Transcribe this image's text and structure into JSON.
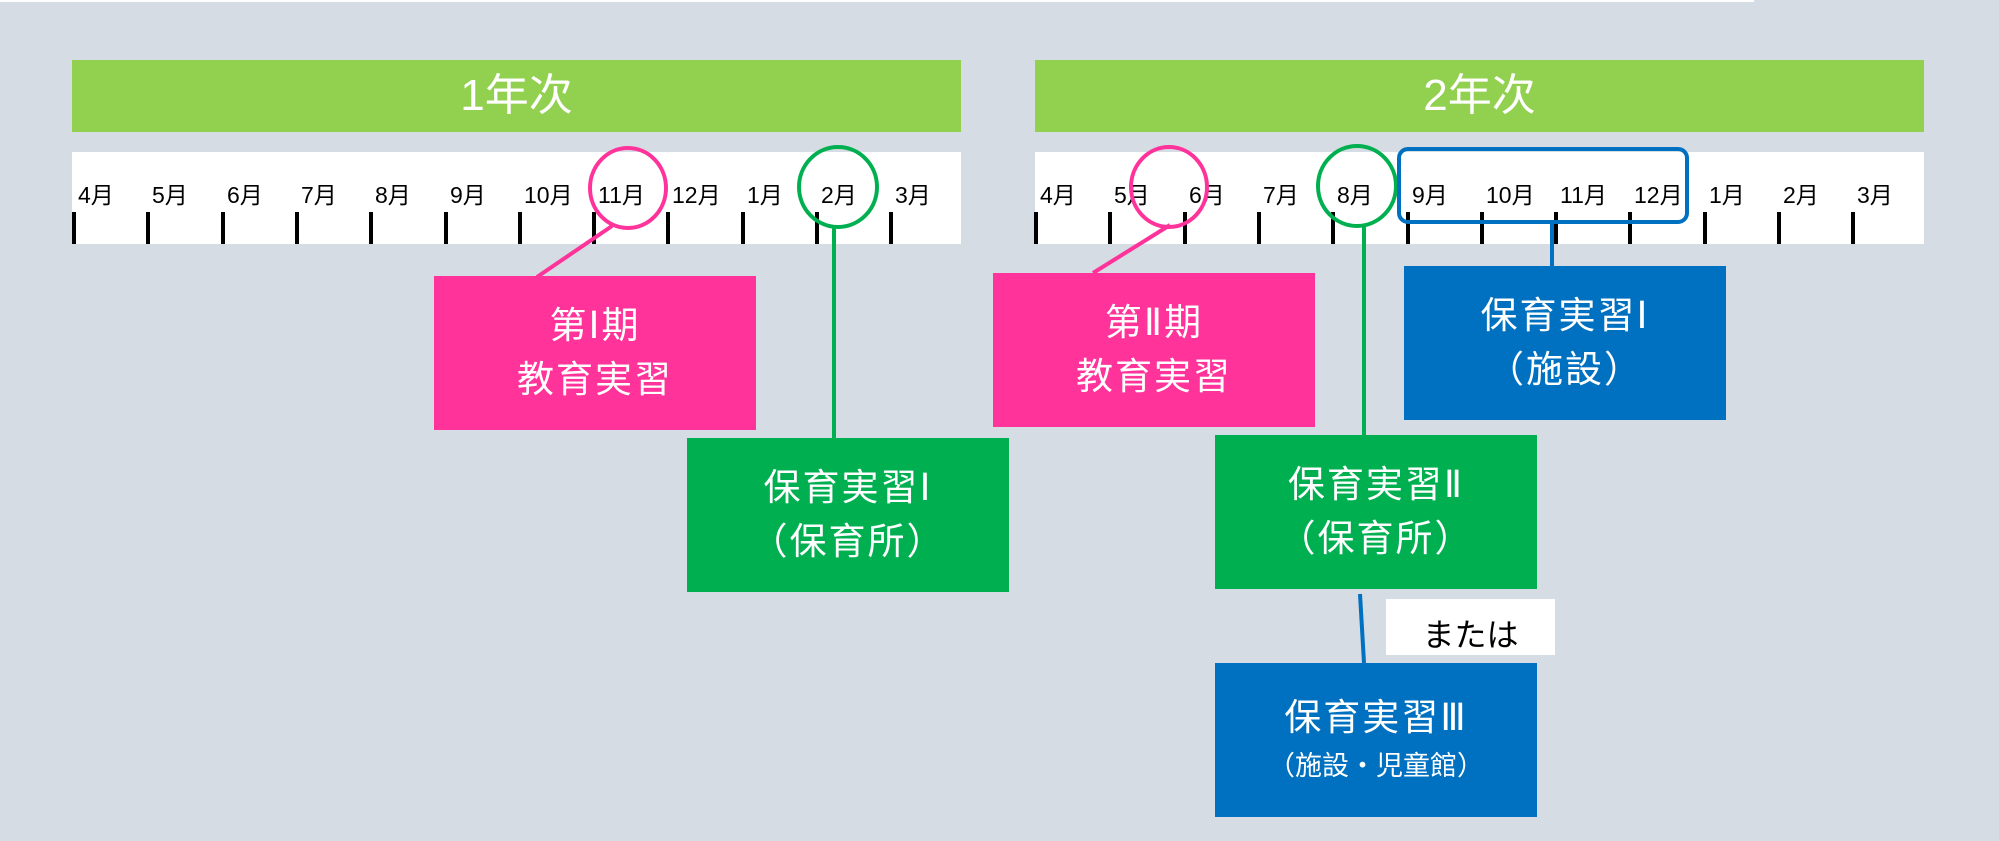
{
  "years": [
    {
      "title": "1年次",
      "months": [
        "4月",
        "5月",
        "6月",
        "7月",
        "8月",
        "9月",
        "10月",
        "11月",
        "12月",
        "1月",
        "2月",
        "3月"
      ]
    },
    {
      "title": "2年次",
      "months": [
        "4月",
        "5月",
        "6月",
        "7月",
        "8月",
        "9月",
        "10月",
        "11月",
        "12月",
        "1月",
        "2月",
        "3月"
      ]
    }
  ],
  "boxes": {
    "kyoiku1": {
      "line1": "第Ⅰ期",
      "line2": "教育実習",
      "month": "11月",
      "year": "1年次"
    },
    "hoiku1_hoikusho": {
      "line1": "保育実習Ⅰ",
      "line2": "（保育所）",
      "month": "2月",
      "year": "1年次"
    },
    "kyoiku2": {
      "line1": "第Ⅱ期",
      "line2": "教育実習",
      "month": "5月〜6月",
      "year": "2年次"
    },
    "hoiku1_shisetsu": {
      "line1": "保育実習Ⅰ",
      "line2": "（施設）",
      "months": "9月〜12月",
      "year": "2年次"
    },
    "hoiku2_hoikusho": {
      "line1": "保育実習Ⅱ",
      "line2": "（保育所）",
      "month": "8月",
      "year": "2年次"
    },
    "hoiku3": {
      "line1": "保育実習Ⅲ",
      "line2": "（施設・児童館）",
      "month": "8月",
      "year": "2年次"
    }
  },
  "or_label": "または",
  "colors": {
    "background": "#D6DCE4",
    "year_bar": "#92D050",
    "kyoiku": "#FF3399",
    "hoikusho": "#00B050",
    "shisetsu": "#0070C0"
  }
}
